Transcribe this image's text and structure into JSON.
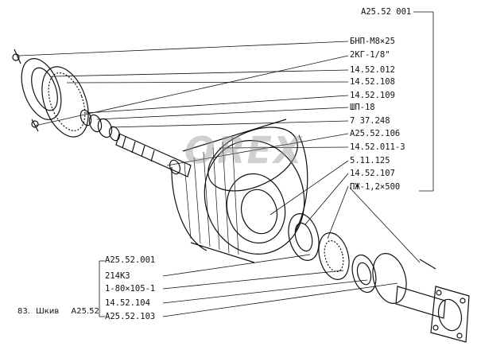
{
  "watermark": {
    "text": "OREX"
  },
  "caption": {
    "number": "83.",
    "title": "Шкив",
    "code": "A25.52"
  },
  "labels_right": [
    "A25.52 001",
    "БНП-М8×25",
    "2КГ-1/8\"",
    "14.52.012",
    "14.52.108",
    "14.52.109",
    "ШП-18",
    "7 37.248",
    "A25.52.106",
    "14.52.011-3",
    "5.11.125",
    "14.52.107",
    "ПЖ-1,2×500"
  ],
  "labels_bottom": [
    "A25.52.001",
    "214КЗ",
    "1-80×105-1",
    "14.52.104",
    "A25.52.103"
  ],
  "colors": {
    "ink": "#111111",
    "watermark": "#9a9a9a"
  }
}
